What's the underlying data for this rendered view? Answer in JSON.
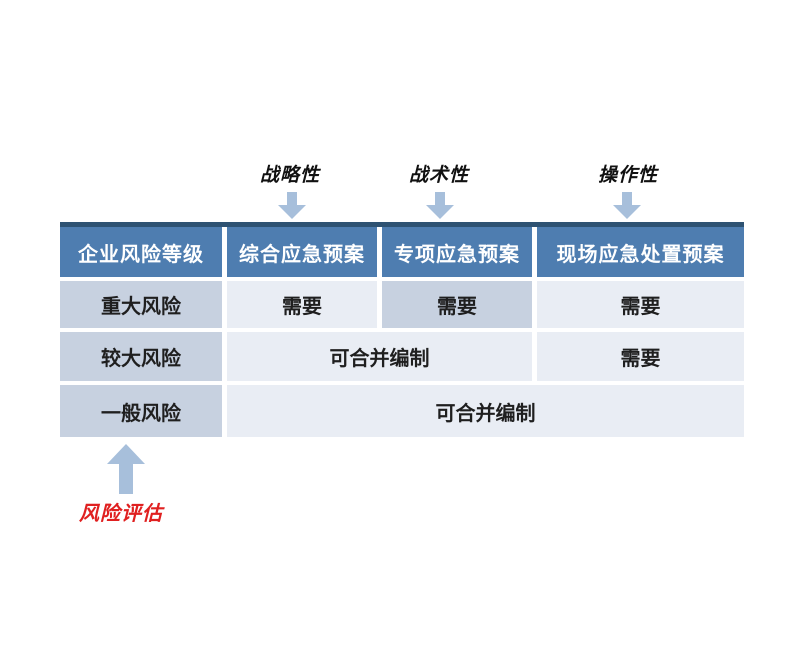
{
  "colors": {
    "header_bg": "#4e7db0",
    "header_text": "#ffffff",
    "table_top_border": "#2e5272",
    "cell_dark": "#c7d1e0",
    "cell_light": "#e9edf4",
    "body_text": "#1f1f1f",
    "arrow_fill": "#a7bfdb",
    "annotation_red": "#e02020",
    "page_bg": "#ffffff"
  },
  "top_labels": {
    "strategic": "战略性",
    "tactical": "战术性",
    "operational": "操作性"
  },
  "table": {
    "header": [
      "企业风险等级",
      "综合应急预案",
      "专项应急预案",
      "现场应急处置预案"
    ],
    "rows": [
      {
        "level": "重大风险",
        "cells": [
          {
            "text": "需要"
          },
          {
            "text": "需要"
          },
          {
            "text": "需要"
          }
        ]
      },
      {
        "level": "较大风险",
        "cells": [
          {
            "text": "可合并编制"
          },
          {
            "text": "需要"
          }
        ]
      },
      {
        "level": "一般风险",
        "cells": [
          {
            "text": "可合并编制"
          }
        ]
      }
    ]
  },
  "annotation": {
    "label": "风险评估"
  }
}
